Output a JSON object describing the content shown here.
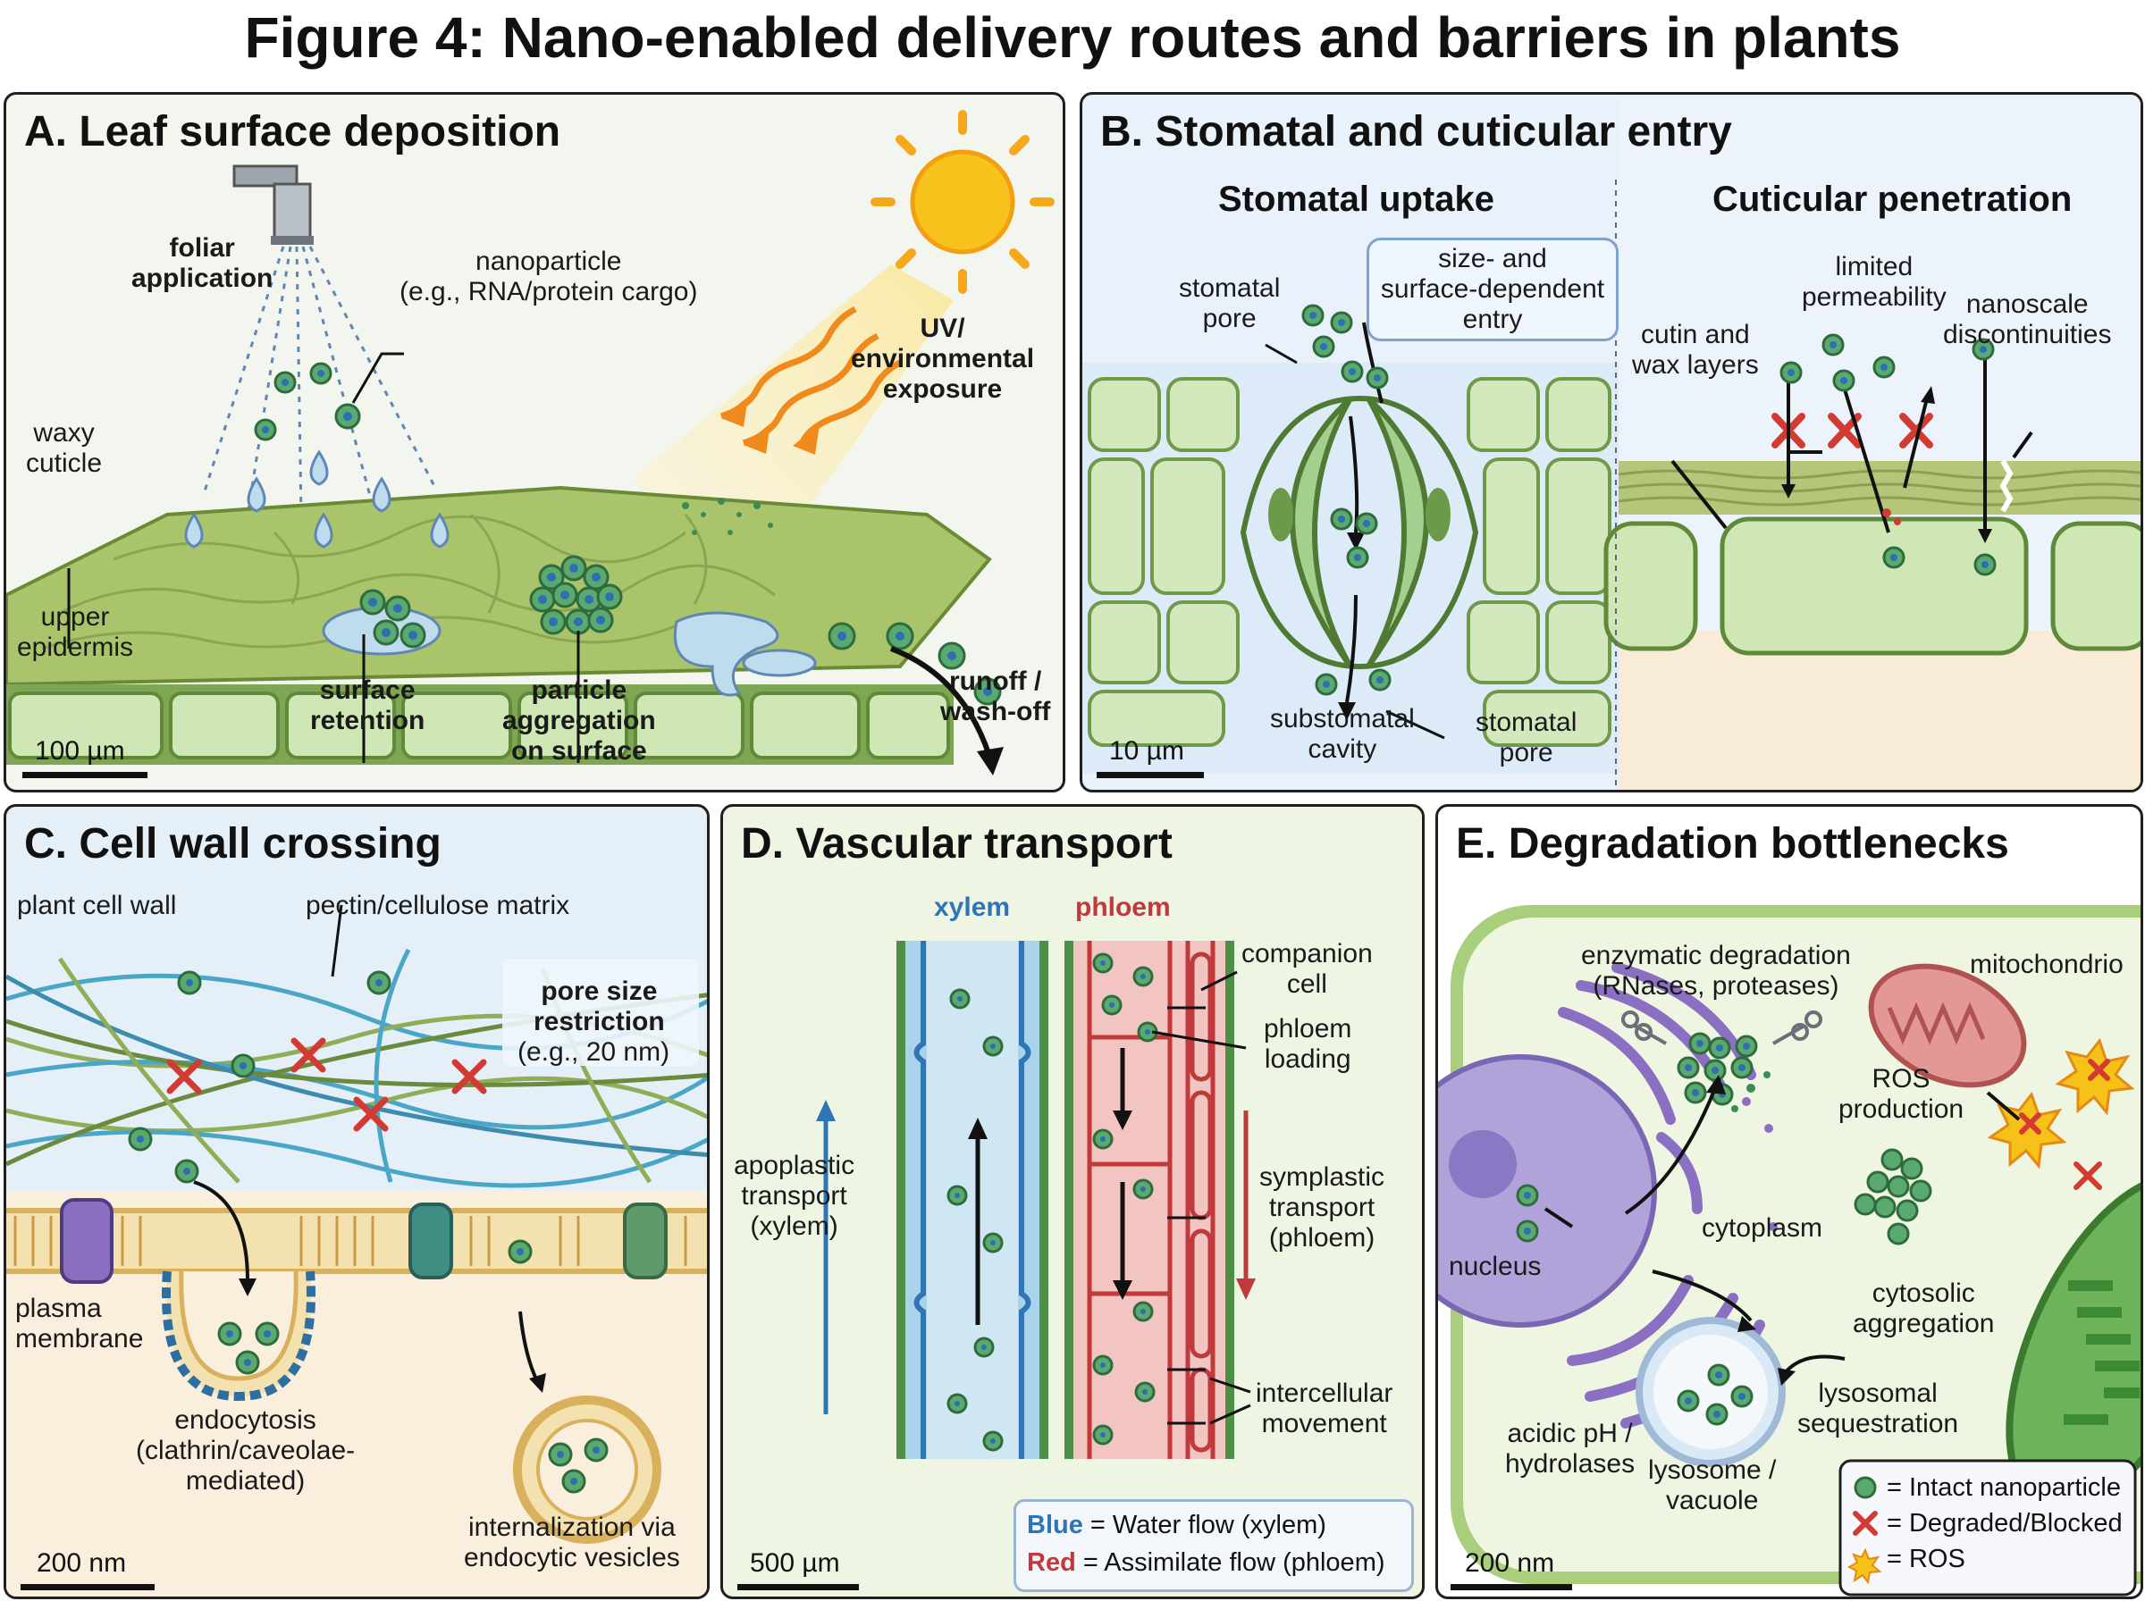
{
  "figure": {
    "title": "Figure 4: Nano-enabled delivery routes and barriers in plants"
  },
  "colors": {
    "particle_fill": "#5aaa70",
    "particle_core": "#2e6fb3",
    "leaf_green": "#a9c46a",
    "cell_green": "#cfe6b5",
    "xylem_blue": "#2e75b6",
    "phloem_red": "#c0393b",
    "blocked_x": "#d23a32",
    "ros_yellow": "#f6c21a"
  },
  "panel_a": {
    "title": "A. Leaf surface deposition",
    "foliar_application": "foliar\napplication",
    "nanoparticle": "nanoparticle\n(e.g., RNA/protein cargo)",
    "uv_exposure": "UV/\nenvironmental\nexposure",
    "waxy_cuticle": "waxy\ncuticle",
    "upper_epidermis": "upper\nepidermis",
    "surface_retention": "surface\nretention",
    "particle_aggregation": "particle\naggregation\non surface",
    "runoff": "runoff /\nwash-off",
    "scale": "100 µm",
    "icons": [
      "spray-nozzle-icon",
      "sun-icon"
    ]
  },
  "panel_b": {
    "title": "B. Stomatal and cuticular entry",
    "stomatal_uptake": "Stomatal uptake",
    "cuticular_penetration": "Cuticular penetration",
    "stomatal_pore_top": "stomatal\npore",
    "size_callout": "size- and\nsurface-dependent\nentry",
    "substomatal_cavity": "substomatal\ncavity",
    "stomatal_pore_bottom": "stomatal\npore",
    "limited_permeability": "limited\npermeability",
    "cutin_wax": "cutin and\nwax layers",
    "nanoscale_discontinuities": "nanoscale\ndiscontinuities",
    "scale": "10 µm"
  },
  "panel_c": {
    "title": "C. Cell wall crossing",
    "plant_cell_wall": "plant cell wall",
    "pectin_matrix": "pectin/cellulose matrix",
    "pore_size": "pore size\nrestriction",
    "pore_size_example": "(e.g., 20 nm)",
    "plasma_membrane": "plasma\nmembrane",
    "endocytosis": "endocytosis\n(clathrin/caveolae-\nmediated)",
    "internalization": "internalization via\nendocytic vesicles",
    "scale": "200 nm"
  },
  "panel_d": {
    "title": "D. Vascular transport",
    "xylem": "xylem",
    "phloem": "phloem",
    "companion_cell": "companion\ncell",
    "phloem_loading": "phloem\nloading",
    "apoplastic": "apoplastic\ntransport\n(xylem)",
    "symplastic": "symplastic\ntransport\n(phloem)",
    "intercellular": "intercellular\nmovement",
    "legend_blue_word": "Blue",
    "legend_blue_rest": " = Water flow (xylem)",
    "legend_red_word": "Red",
    "legend_red_rest": " = Assimilate flow (phloem)",
    "scale": "500 µm"
  },
  "panel_e": {
    "title": "E. Degradation bottlenecks",
    "enzymatic": "enzymatic degradation\n(RNases, proteases)",
    "mitochondrion": "mitochondrio",
    "ros_production": "ROS\nproduction",
    "cytoplasm": "cytoplasm",
    "nucleus": "nucleus",
    "cytosolic_aggregation": "cytosolic\naggregation",
    "acidic_ph": "acidic pH /\nhydrolases",
    "lysosome": "lysosome /\nvacuole",
    "lysosomal_sequestration": "lysosomal\nsequestration",
    "legend": [
      "= Intact nanoparticle",
      "= Degraded/Blocked",
      "= ROS"
    ],
    "scale": "200 nm",
    "icons": [
      "scissors-icon",
      "ros-burst-icon"
    ]
  }
}
